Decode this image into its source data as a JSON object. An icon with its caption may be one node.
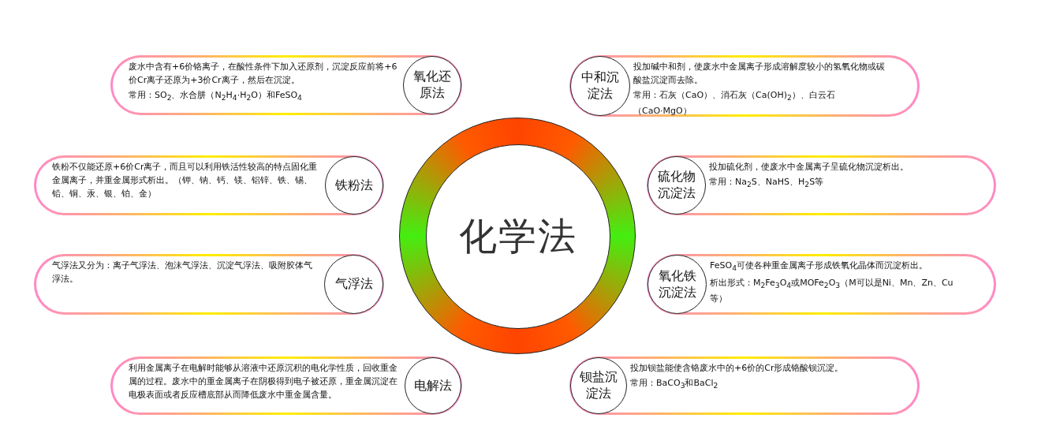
{
  "diagram": {
    "nodes": [
      {
        "text": [
          "化学法"
        ]
      },
      {
        "text": [
          "废水中含有+6价铬离子，在酸性条件下加入还原剂，沉淀反应前将+6价Cr离子还原为+3价Cr离子，然后在沉淀。",
          "常用：SO$_{2}$、水合肼（N$_{2}$H$_{4}$·H$_{2}$O）和FeSO$_{4}$"
        ]
      },
      {
        "text": [
          "氧化还原法"
        ],
        "in": 1
      },
      {
        "text": [
          "投加碱中和剂，使废水中金属离子形成溶解度较小的氢氧化物或碳酸盐沉淀而去除。",
          "常用：石灰（CaO）、消石灰（Ca(OH)$_{2}$）、白云石（CaO·MgO）"
        ]
      },
      {
        "text": [
          "中和沉淀法"
        ],
        "in": 3
      },
      {
        "text": [
          "铁粉不仅能还原+6价Cr离子，而且可以利用铁活性较高的特点固化重金属离子，并重金属形式析出。（钾、钠、钙、镁、铝锌、铁、锡、铅、铜、汞、银、铂、金）"
        ]
      },
      {
        "text": [
          "铁粉法"
        ],
        "in": 5
      },
      {
        "text": [
          "投加硫化剂，使废水中金属离子呈硫化物沉淀析出。",
          "常用：Na$_{2}$S、NaHS、H$_{2}$S等"
        ]
      },
      {
        "text": [
          "硫化物沉淀法"
        ],
        "in": 7
      },
      {
        "text": [
          "气浮法又分为：离子气浮法、泡沫气浮法、沉淀气浮法、吸附胶体气浮法。"
        ]
      },
      {
        "text": [
          "气浮法"
        ],
        "in": 9
      },
      {
        "text": [
          "FeSO$_{4}$可使各种重金属离子形成铁氧化晶体而沉淀析出。",
          "析出形式：M$_{2}$Fe$_{3}$O$_{4}$或MOFe$_{2}$O$_{3}$（M可以是Ni、Mn、Zn、Cu等）"
        ]
      },
      {
        "text": [
          "氧化铁沉淀法"
        ],
        "in": 11
      },
      {
        "text": [
          "利用金属离子在电解时能够从溶液中还原沉积的电化学性质，回收重金属的过程。废水中的重金属离子在阴极得到电子被还原，重金属沉淀在电极表面或者反应槽底部从而降低废水中重金属含量。"
        ]
      },
      {
        "text": [
          "电解法"
        ],
        "in": 13
      },
      {
        "text": [
          "投加钡盐能使含铬废水中的+6价的Cr形成铬酸钡沉淀。",
          "常用：BaCO$_{3}$和BaCl$_{2}$"
        ]
      },
      {
        "text": [
          "钡盐沉淀法"
        ],
        "in": 15
      }
    ]
  }
}
